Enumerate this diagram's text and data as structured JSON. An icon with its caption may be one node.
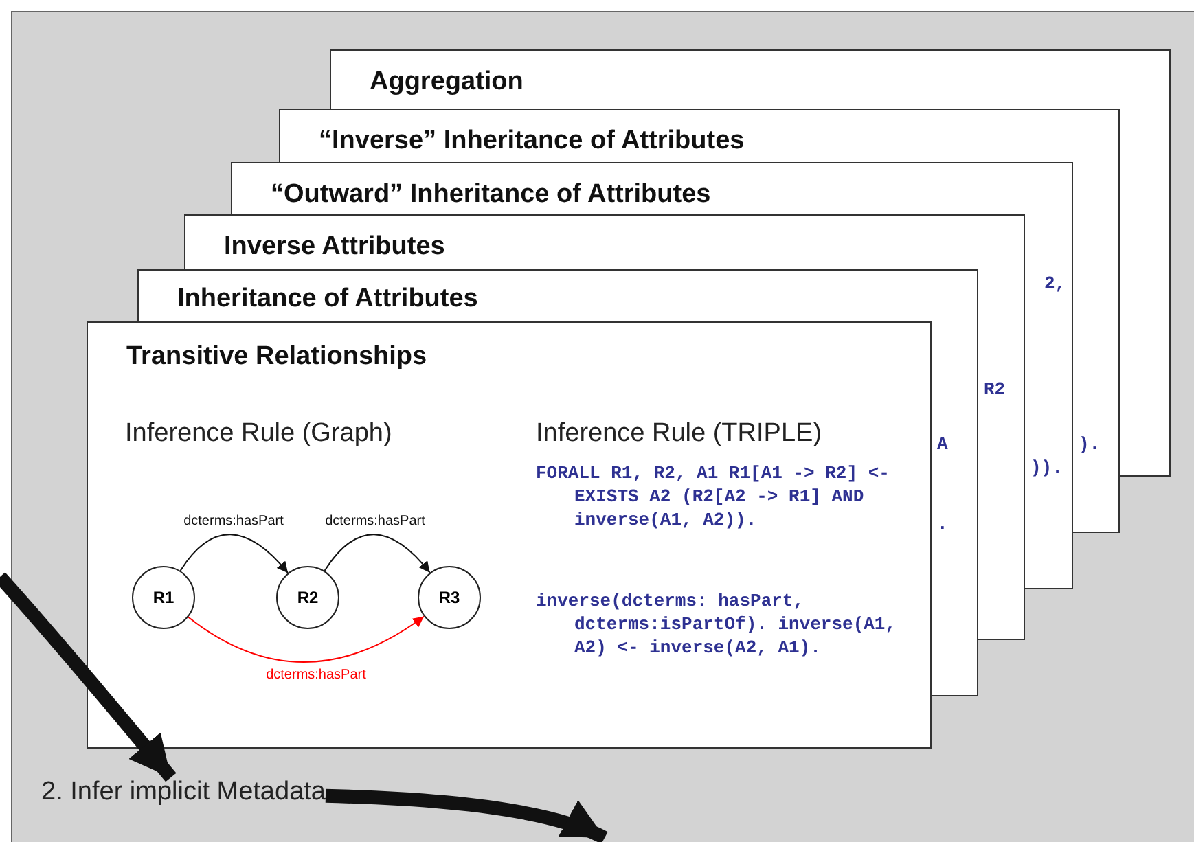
{
  "diagram": {
    "nodes": [
      {
        "text": [
          "Aggregation"
        ]
      },
      {
        "text": [
          "“Inverse” Inheritance of Attributes"
        ]
      },
      {
        "text": [
          "“Outward” Inheritance of Attributes"
        ]
      },
      {
        "text": [
          "Inverse Attributes"
        ]
      },
      {
        "text": [
          "Inheritance of Attributes"
        ]
      },
      {
        "text": [
          "Transitive Relationships",
          "Inference Rule (Graph)",
          "Inference Rule (TRIPLE)",
          "FORALL R1, R2, A1 R1[A1 -> R2] <- EXISTS A2 (R2[A2 -> R1] AND inverse(A1, A2)).",
          "inverse(dcterms: hasPart, dcterms:isPartOf). inverse(A1, A2) <- inverse(A2, A1)."
        ]
      },
      {
        "text": [
          "R1"
        ],
        "in": 5
      },
      {
        "text": [
          "R2"
        ],
        "in": 5
      },
      {
        "text": [
          "R3"
        ],
        "in": 5
      },
      {
        "text": [
          "2. Infer implicit Metadata"
        ]
      }
    ],
    "edges": [
      {
        "from": 6,
        "to": 7,
        "arrow": "to",
        "label": "dcterms:hasPart"
      },
      {
        "from": 7,
        "to": 8,
        "arrow": "to",
        "label": "dcterms:hasPart"
      },
      {
        "from": 6,
        "to": 8,
        "arrow": "to",
        "label": "dcterms:hasPart",
        "color": "#ff0000"
      },
      {
        "from": null,
        "to": 9,
        "arrow": "to",
        "style": "thick"
      },
      {
        "from": 9,
        "to": null,
        "arrow": "to",
        "style": "thick"
      }
    ],
    "labels": [
      "2,",
      "R2",
      "A",
      ").",
      ")).",
      "."
    ]
  }
}
